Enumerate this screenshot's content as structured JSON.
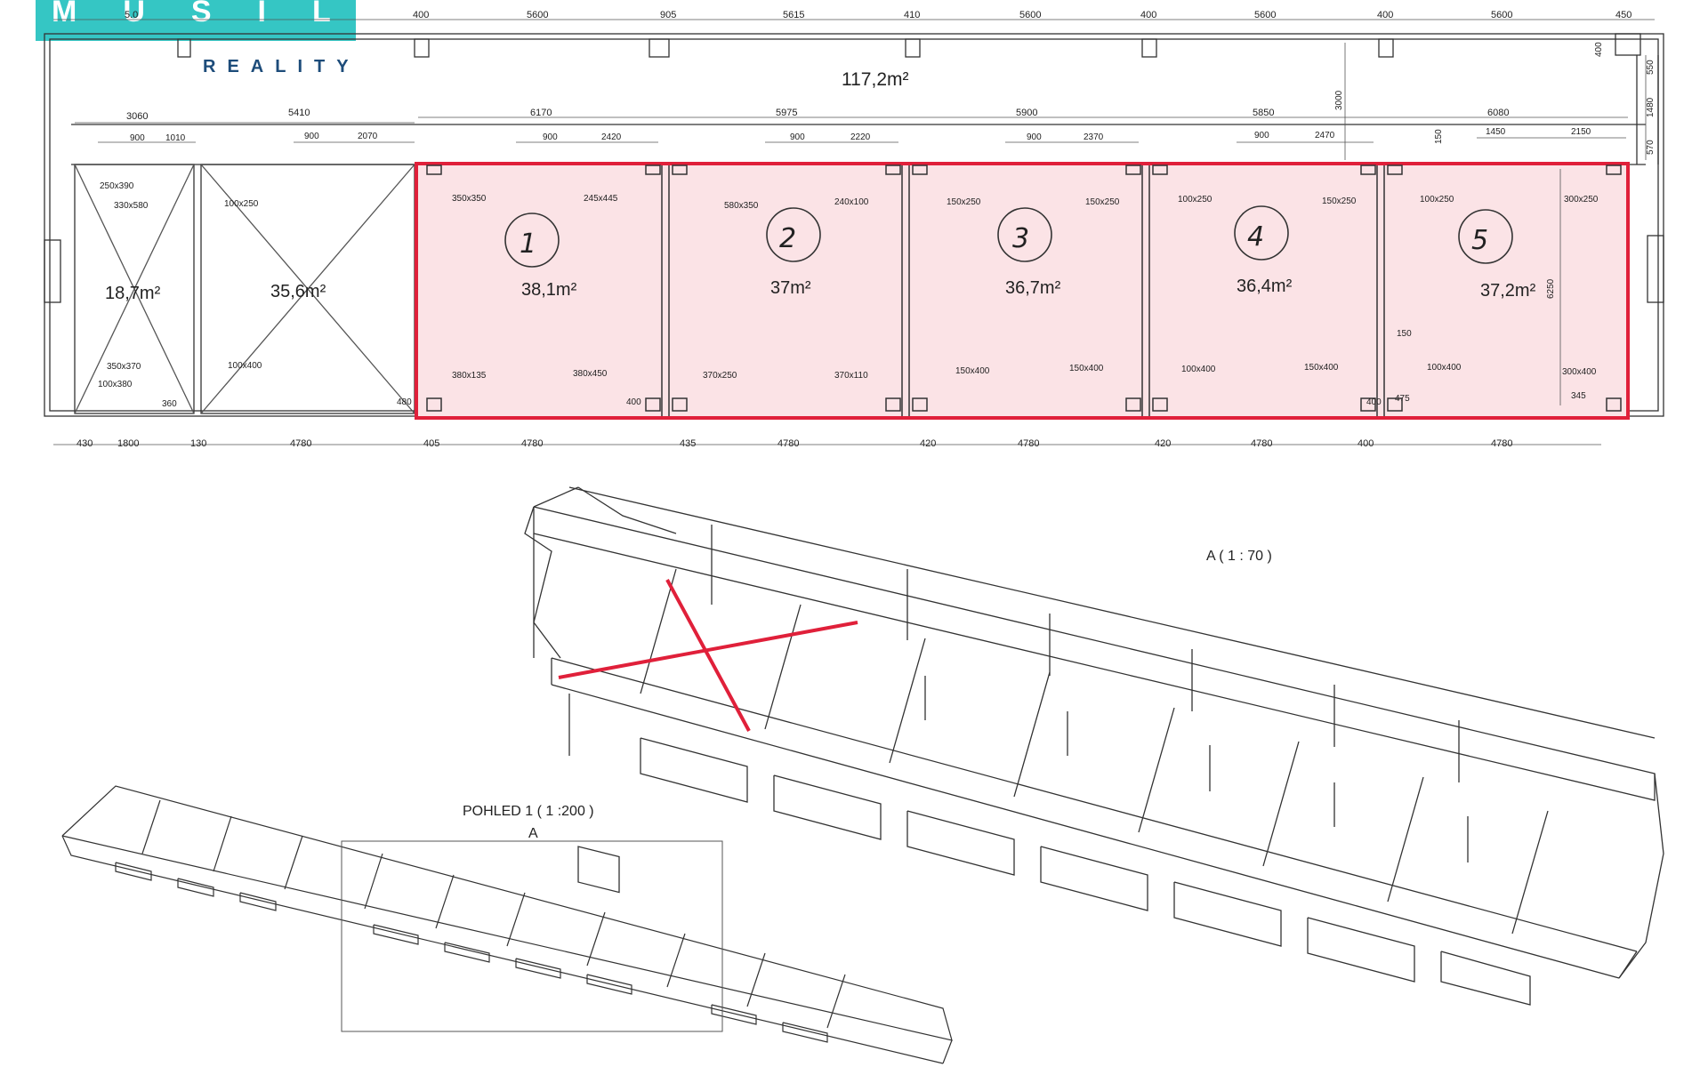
{
  "logo": {
    "letters": "MUSIL",
    "subtitle": "REALITY",
    "color": "#35c6c4"
  },
  "plan": {
    "corridor_area": "117,2m²",
    "struck_units": [
      {
        "area": "18,7m²",
        "w": "3060",
        "d1": "900",
        "d2": "1010"
      },
      {
        "area": "35,6m²",
        "w": "5410",
        "d1": "900",
        "d2": "2070"
      }
    ],
    "units": [
      {
        "number": "1",
        "area": "38,1m²",
        "width": "6170",
        "door": "900",
        "door_off": "2420",
        "tl": "350x350",
        "tr": "245x445",
        "bl": "380x135",
        "br": "380x450",
        "bottom": "4780"
      },
      {
        "number": "2",
        "area": "37m²",
        "width": "5975",
        "door": "900",
        "door_off": "2220",
        "tl": "580x350",
        "tr": "240x100",
        "bl": "370x250",
        "br": "370x110",
        "bottom": "4780"
      },
      {
        "number": "3",
        "area": "36,7m²",
        "width": "5900",
        "door": "900",
        "door_off": "2370",
        "tl": "150x250",
        "tr": "150x250",
        "bl": "150x400",
        "br": "150x400",
        "bottom": "4780"
      },
      {
        "number": "4",
        "area": "36,4m²",
        "width": "5850",
        "door": "900",
        "door_off": "2470",
        "tl": "100x250",
        "tr": "150x250",
        "bl": "100x400",
        "br": "150x400",
        "bottom": "4780"
      },
      {
        "number": "5",
        "area": "37,2m²",
        "width": "6080",
        "door": "1450",
        "door_off": "2150",
        "tl": "100x250",
        "tr": "300x250",
        "bl": "100x400",
        "br": "300x400",
        "bottom": "4780"
      }
    ],
    "top_dims": [
      "5.0",
      "400",
      "5600",
      "905",
      "5615",
      "410",
      "5600",
      "400",
      "5600",
      "400",
      "5600",
      "450"
    ],
    "bottom_dims": [
      "430",
      "1800",
      "130",
      "4780",
      "405",
      "4780",
      "435",
      "4780",
      "420",
      "4780",
      "420",
      "4780",
      "400",
      "4780"
    ],
    "misc_dims": {
      "height": "3000",
      "right_550": "550",
      "right_1480": "1480",
      "right_570": "570",
      "right_400": "400",
      "depth_6250": "6250",
      "d150a": "150",
      "d150b": "150",
      "d475": "475",
      "d345": "345",
      "s250x390": "250x390",
      "s330x580": "330x580",
      "s100x250": "100x250",
      "s350x370": "350x370",
      "s100x380": "100x380",
      "s100x400": "100x400",
      "d360": "360",
      "d480": "480",
      "d400": "400"
    },
    "highlight_color": "#e0203a",
    "highlight_fill": "#fbe3e6"
  },
  "views": {
    "detail_label": "A ( 1 : 70 )",
    "overview_label": "POHLED 1 ( 1 :200 )",
    "overview_marker": "A"
  }
}
